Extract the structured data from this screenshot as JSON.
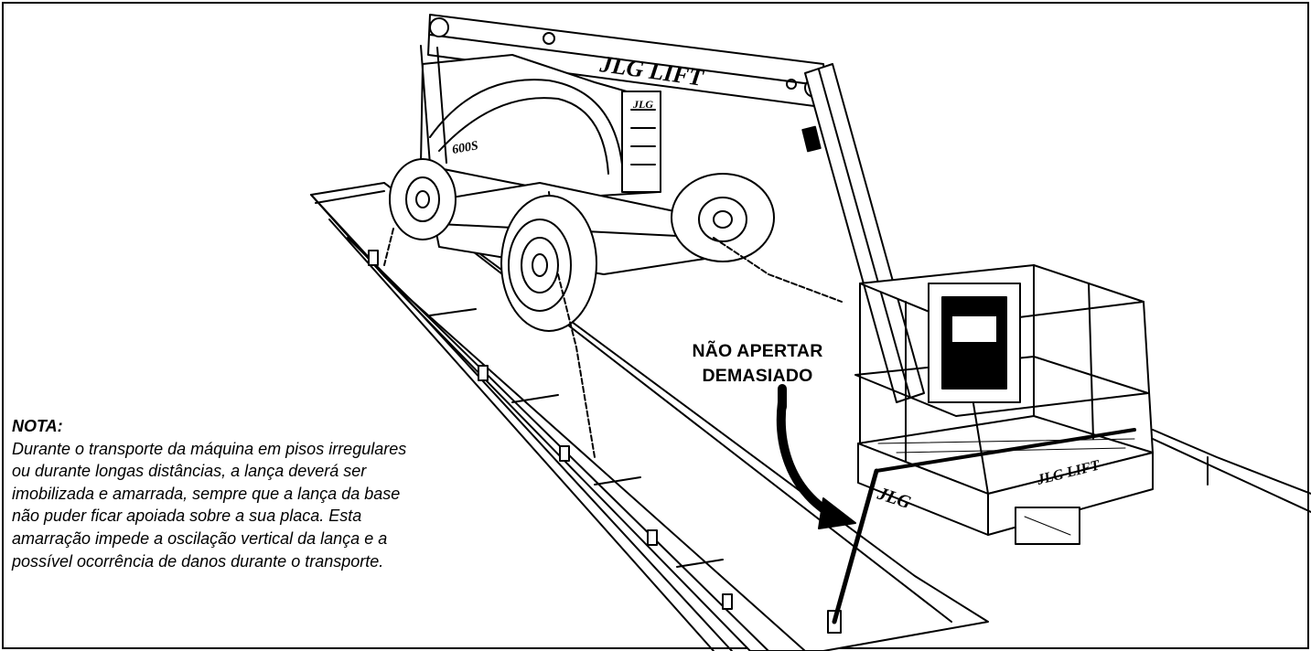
{
  "figure": {
    "warning": {
      "line1": "NÃO APERTAR",
      "line2": "DEMASIADO"
    },
    "note": {
      "title": "NOTA:",
      "lines": [
        "Durante o transporte da máquina em pisos irregulares",
        "ou durante longas distâncias, a lança deverá ser",
        "imobilizada e amarrada, sempre que a lança da base",
        "não puder ficar apoiada sobre a sua placa. Esta",
        "amarração impede a oscilação vertical da lança e a",
        "possível ocorrência de danos durante o transporte."
      ]
    },
    "brand": {
      "boom_logo": "JLG LIFT",
      "platform_logo": "JLG LIFT",
      "platform_side_logo": "JLG",
      "body_badge": "JLG",
      "model_label": "600S"
    },
    "colors": {
      "line": "#000000",
      "background": "#ffffff"
    }
  }
}
